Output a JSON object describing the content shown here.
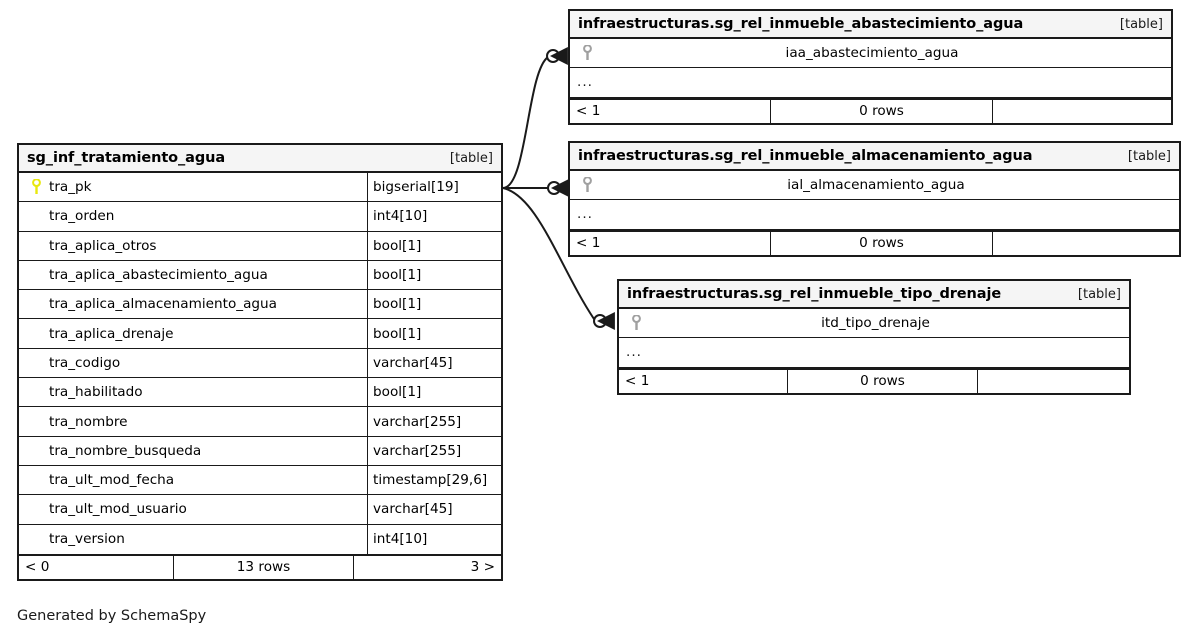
{
  "diagram": {
    "caption": "Generated by SchemaSpy",
    "kind_label": "[table]",
    "ellipsis": "...",
    "key_icon_pk_color": "#e8e80d",
    "key_icon_fk_color": "#a0a0a0",
    "header_bg": "#f5f5f5",
    "border_color": "#1a1a1a",
    "background": "#ffffff"
  },
  "main_table": {
    "name": "sg_inf_tratamiento_agua",
    "kind": "[table]",
    "columns": [
      {
        "name": "tra_pk",
        "type": "bigserial[19]",
        "key": "primary"
      },
      {
        "name": "tra_orden",
        "type": "int4[10]",
        "key": "none"
      },
      {
        "name": "tra_aplica_otros",
        "type": "bool[1]",
        "key": "none"
      },
      {
        "name": "tra_aplica_abastecimiento_agua",
        "type": "bool[1]",
        "key": "none"
      },
      {
        "name": "tra_aplica_almacenamiento_agua",
        "type": "bool[1]",
        "key": "none"
      },
      {
        "name": "tra_aplica_drenaje",
        "type": "bool[1]",
        "key": "none"
      },
      {
        "name": "tra_codigo",
        "type": "varchar[45]",
        "key": "none"
      },
      {
        "name": "tra_habilitado",
        "type": "bool[1]",
        "key": "none"
      },
      {
        "name": "tra_nombre",
        "type": "varchar[255]",
        "key": "none"
      },
      {
        "name": "tra_nombre_busqueda",
        "type": "varchar[255]",
        "key": "none"
      },
      {
        "name": "tra_ult_mod_fecha",
        "type": "timestamp[29,6]",
        "key": "none"
      },
      {
        "name": "tra_ult_mod_usuario",
        "type": "varchar[45]",
        "key": "none"
      },
      {
        "name": "tra_version",
        "type": "int4[10]",
        "key": "none"
      }
    ],
    "footer": {
      "left": "< 0",
      "middle": "13 rows",
      "right": "3 >"
    }
  },
  "related_tables": [
    {
      "name": "infraestructuras.sg_rel_inmueble_abastecimiento_agua",
      "kind": "[table]",
      "column": "iaa_abastecimiento_agua",
      "ellipsis": "...",
      "footer": {
        "left": "< 1",
        "middle": "0 rows",
        "right": ""
      }
    },
    {
      "name": "infraestructuras.sg_rel_inmueble_almacenamiento_agua",
      "kind": "[table]",
      "column": "ial_almacenamiento_agua",
      "ellipsis": "...",
      "footer": {
        "left": "< 1",
        "middle": "0 rows",
        "right": ""
      }
    },
    {
      "name": "infraestructuras.sg_rel_inmueble_tipo_drenaje",
      "kind": "[table]",
      "column": "itd_tipo_drenaje",
      "ellipsis": "...",
      "footer": {
        "left": "< 1",
        "middle": "0 rows",
        "right": ""
      }
    }
  ],
  "relationships": [
    {
      "from": "sg_inf_tratamiento_agua.tra_pk",
      "to": "infraestructuras.sg_rel_inmueble_abastecimiento_agua.iaa_abastecimiento_agua",
      "cardinality": "zero-or-many"
    },
    {
      "from": "sg_inf_tratamiento_agua.tra_pk",
      "to": "infraestructuras.sg_rel_inmueble_almacenamiento_agua.ial_almacenamiento_agua",
      "cardinality": "zero-or-many"
    },
    {
      "from": "sg_inf_tratamiento_agua.tra_pk",
      "to": "infraestructuras.sg_rel_inmueble_tipo_drenaje.itd_tipo_drenaje",
      "cardinality": "zero-or-many"
    }
  ]
}
